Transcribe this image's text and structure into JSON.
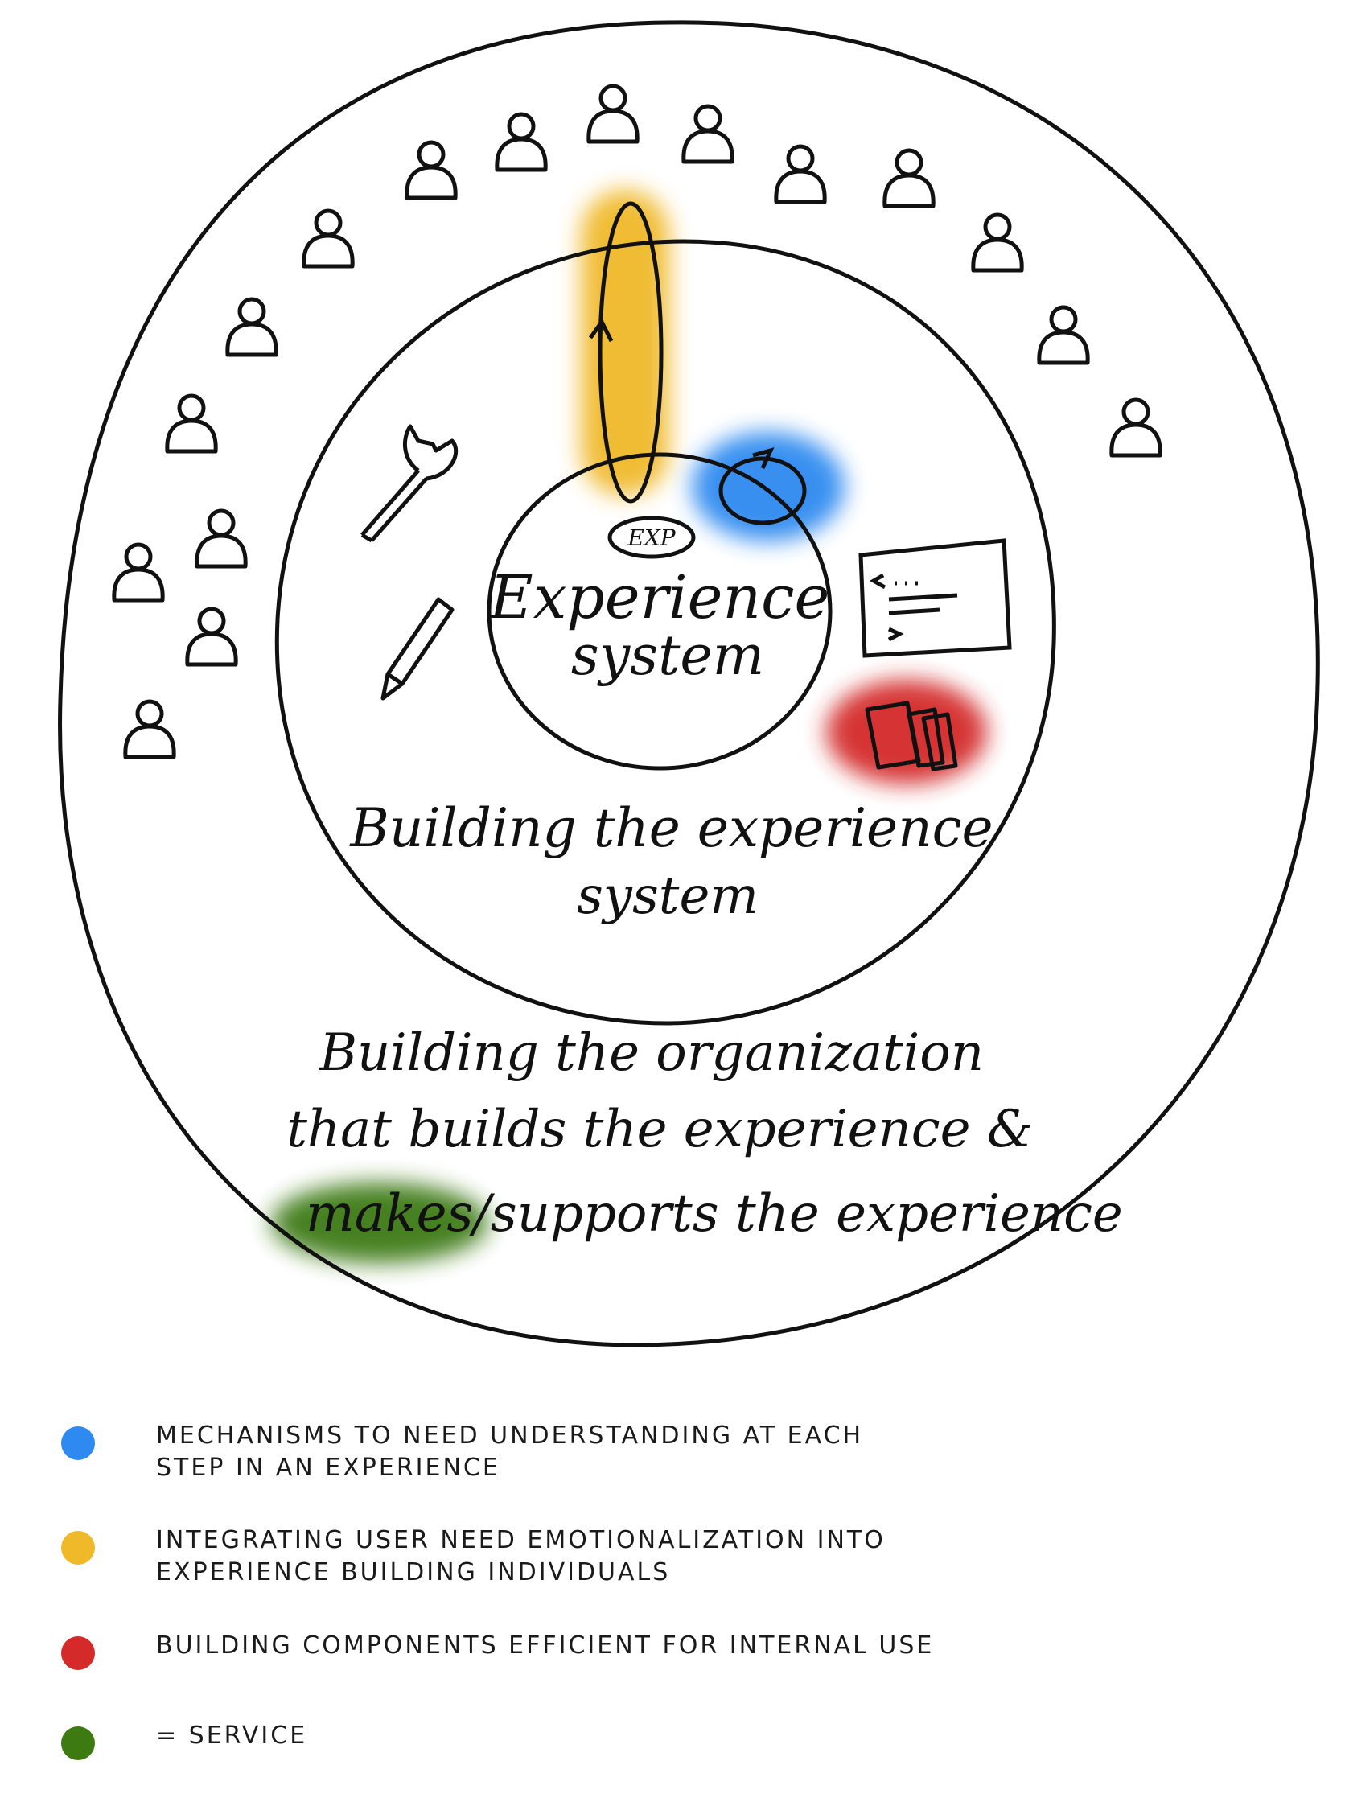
{
  "diagram": {
    "inner_exp_badge": "EXP",
    "inner_label_line1": "Experience",
    "inner_label_line2": "system",
    "middle_label_line1": "Building the experience",
    "middle_label_line2": "system",
    "outer_label_line1": "Building the organization",
    "outer_label_line2": "that builds the experience &",
    "outer_label_line3_highlight": "makes",
    "outer_label_line3_rest": "/supports the experience",
    "highlight_colors": {
      "blue": "#2E8AF0",
      "yellow": "#F0B92A",
      "red": "#D42A2A",
      "green": "#3E7A12"
    },
    "icons": [
      "person-icon",
      "wrench-icon",
      "pencil-icon",
      "code-window-icon",
      "stacked-cards-icon",
      "cycle-arrow-icon"
    ]
  },
  "legend": {
    "items": [
      {
        "color": "#2E8AF0",
        "text": "MECHANISMS TO NEED UNDERSTANDING AT EACH\nSTEP IN AN EXPERIENCE"
      },
      {
        "color": "#F0B92A",
        "text": "INTEGRATING USER NEED EMOTIONALIZATION INTO\nEXPERIENCE BUILDING INDIVIDUALS"
      },
      {
        "color": "#D42A2A",
        "text": "BUILDING COMPONENTS EFFICIENT FOR INTERNAL USE"
      },
      {
        "color": "#3E7A12",
        "text": "= SERVICE"
      }
    ]
  }
}
